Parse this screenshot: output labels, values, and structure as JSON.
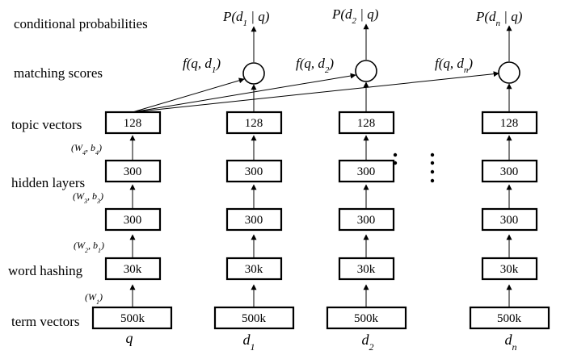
{
  "row_labels": {
    "conditional_probabilities": "conditional probabilities",
    "matching_scores": "matching scores",
    "topic_vectors": "topic vectors",
    "hidden_layers": "hidden layers",
    "word_hashing": "word hashing",
    "term_vectors": "term vectors"
  },
  "weights": {
    "w4": {
      "main": "(W",
      "sub": "4",
      "mid": ", b",
      "sub2": "4",
      "end": ")"
    },
    "w3": {
      "main": "(W",
      "sub": "3",
      "mid": ", b",
      "sub2": "3",
      "end": ")"
    },
    "w2": {
      "main": "(W",
      "sub": "2",
      "mid": ", b",
      "sub2": "1",
      "end": ")"
    },
    "w1": {
      "main": "(W",
      "sub": "1",
      "end": ")"
    }
  },
  "layers": {
    "term": "500k",
    "hash": "30k",
    "h1": "300",
    "h2": "300",
    "topic": "128"
  },
  "columns": [
    {
      "id": "q",
      "label": "q",
      "sub": "",
      "prob": "",
      "score": ""
    },
    {
      "id": "d1",
      "label": "d",
      "sub": "1",
      "prob_pre": "P(d",
      "prob_sub": "1",
      "prob_post": " | q)",
      "score_pre": "f(q, d",
      "score_sub": "1",
      "score_post": ")"
    },
    {
      "id": "d2",
      "label": "d",
      "sub": "2",
      "prob_pre": "P(d",
      "prob_sub": "2",
      "prob_post": " | q)",
      "score_pre": "f(q, d",
      "score_sub": "2",
      "score_post": ")"
    },
    {
      "id": "dn",
      "label": "d",
      "sub": "n",
      "prob_pre": "P(d",
      "prob_sub": "n",
      "prob_post": " | q)",
      "score_pre": "f(q, d",
      "score_sub": "n",
      "score_post": ")"
    }
  ]
}
